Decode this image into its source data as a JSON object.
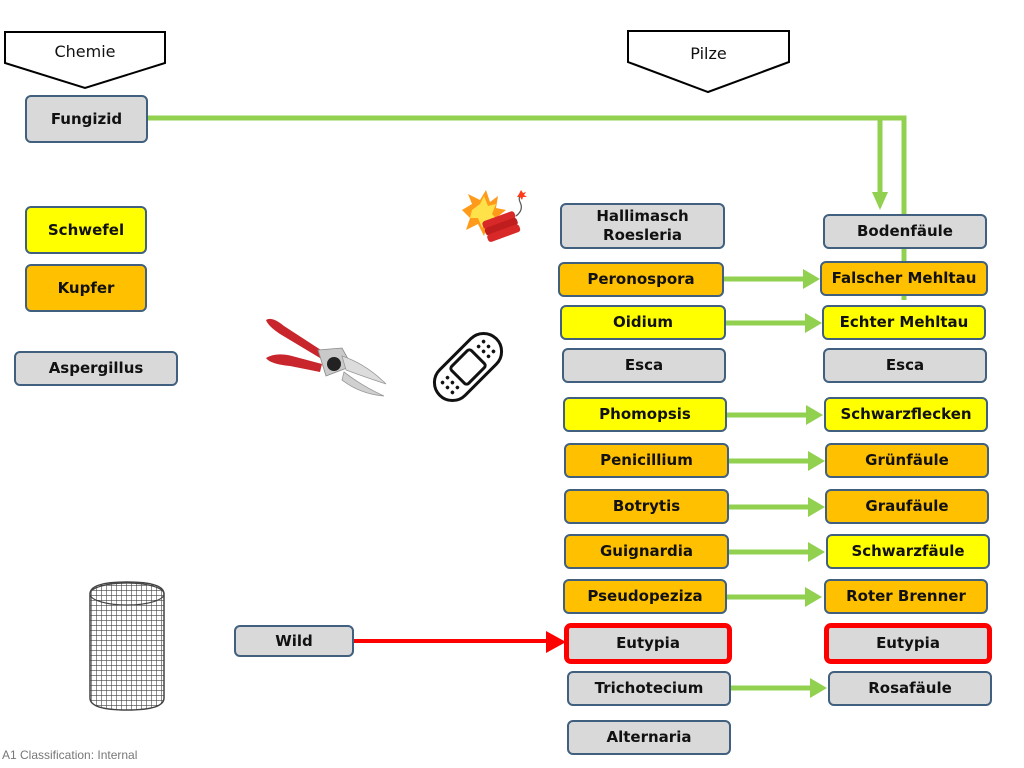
{
  "headers": {
    "chemie": "Chemie",
    "pilze": "Pilze"
  },
  "chemicals": {
    "fungizid": "Fungizid",
    "schwefel": "Schwefel",
    "kupfer": "Kupfer",
    "aspergillus": "Aspergillus",
    "wild": "Wild"
  },
  "pathogens": [
    {
      "label": "Hallimasch Roesleria",
      "color": "gray"
    },
    {
      "label": "Peronospora",
      "color": "orange"
    },
    {
      "label": "Oidium",
      "color": "yellow"
    },
    {
      "label": "Esca",
      "color": "gray"
    },
    {
      "label": "Phomopsis",
      "color": "yellow"
    },
    {
      "label": "Penicillium",
      "color": "orange"
    },
    {
      "label": "Botrytis",
      "color": "orange"
    },
    {
      "label": "Guignardia",
      "color": "orange"
    },
    {
      "label": "Pseudopeziza",
      "color": "orange"
    },
    {
      "label": "Eutypia",
      "color": "gray",
      "highlight": "red"
    },
    {
      "label": "Trichotecium",
      "color": "gray"
    },
    {
      "label": "Alternaria",
      "color": "gray"
    }
  ],
  "diseases": [
    {
      "label": "Bodenfäule",
      "color": "gray"
    },
    {
      "label": "Falscher Mehltau",
      "color": "orange"
    },
    {
      "label": "Echter Mehltau",
      "color": "yellow"
    },
    {
      "label": "Esca",
      "color": "gray"
    },
    {
      "label": "Schwarzflecken",
      "color": "yellow"
    },
    {
      "label": "Grünfäule",
      "color": "orange"
    },
    {
      "label": "Graufäule",
      "color": "orange"
    },
    {
      "label": "Schwarzfäule",
      "color": "yellow"
    },
    {
      "label": "Roter Brenner",
      "color": "orange"
    },
    {
      "label": "Eutypia",
      "color": "gray",
      "highlight": "red"
    },
    {
      "label": "Rosafäule",
      "color": "gray"
    }
  ],
  "colors": {
    "gray": "#d9d9d9",
    "yellow": "#ffff00",
    "orange": "#ffc000",
    "border": "#41607f",
    "arrow_green": "#92d050",
    "arrow_red": "#ff0000"
  },
  "icons": [
    "dynamite-icon",
    "pruning-shears-icon",
    "bandage-icon",
    "wire-mesh-cylinder-icon"
  ],
  "footer": "A1 Classification: Internal"
}
